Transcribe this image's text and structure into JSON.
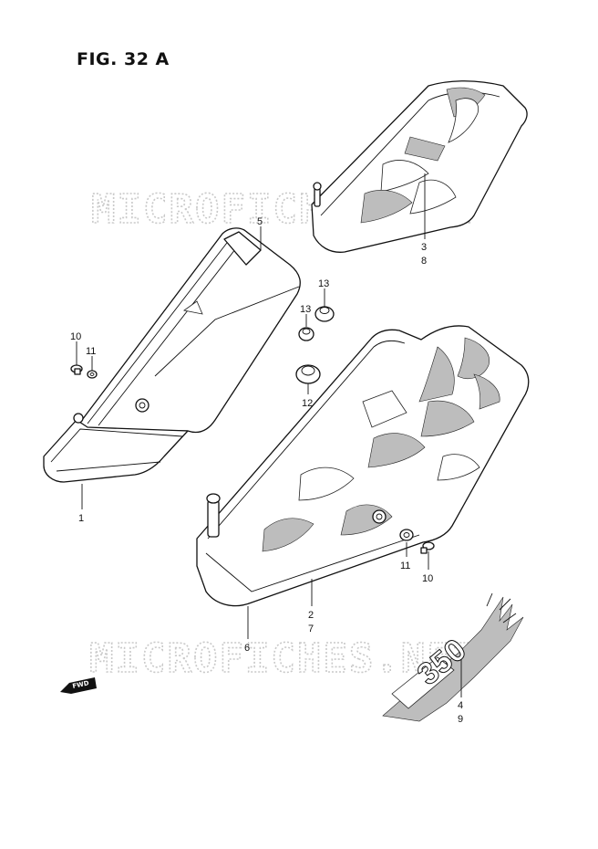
{
  "figure": {
    "title": "FIG. 32 A"
  },
  "watermark": {
    "text": "MICROFICHES.NET"
  },
  "fwd_badge": {
    "text": "FWD"
  },
  "callouts": {
    "c5": "5",
    "c3": "3",
    "c8": "8",
    "c13a": "13",
    "c13b": "13",
    "c10a": "10",
    "c11a": "11",
    "c12": "12",
    "c1": "1",
    "c11b": "11",
    "c10b": "10",
    "c2": "2",
    "c7": "7",
    "c6": "6",
    "c4": "4",
    "c9": "9"
  },
  "emblem": {
    "text": "350"
  }
}
